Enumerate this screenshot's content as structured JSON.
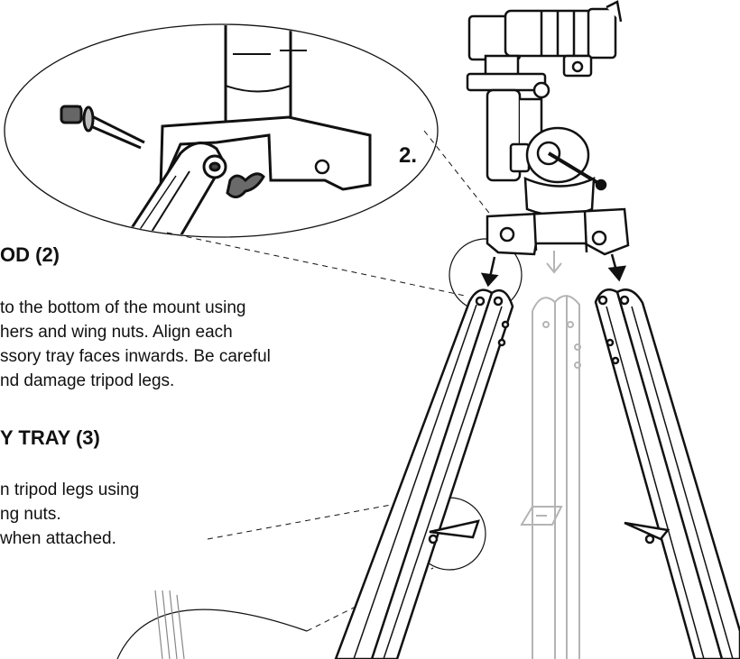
{
  "document": {
    "section_mount": {
      "heading": "OD (2)",
      "lines": [
        "to the bottom of the mount using",
        "hers and wing nuts. Align each",
        "ssory tray faces inwards. Be careful",
        "nd damage tripod legs."
      ]
    },
    "section_tray": {
      "heading": "Y TRAY (3)",
      "lines": [
        "n tripod legs using",
        "ng nuts.",
        "when attached."
      ]
    },
    "detail_callout": "2."
  },
  "colors": {
    "ink": "#111111",
    "ghost": "#b4b4b4",
    "paper": "#ffffff"
  }
}
